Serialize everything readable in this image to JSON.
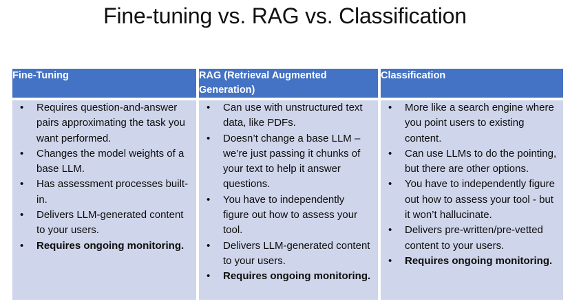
{
  "slide": {
    "title": "Fine-tuning vs. RAG vs. Classification",
    "bullet_glyph": "•",
    "colors": {
      "header_background": "#4472C4",
      "header_text": "#FFFFFF",
      "body_background": "#CFD5EA",
      "body_text": "#0D0D0D",
      "slide_background": "#FFFFFF"
    }
  },
  "table": {
    "columns": [
      {
        "header": "Fine-Tuning",
        "items": [
          {
            "text": "Requires question-and-answer pairs approximating the task you want performed.",
            "bold": false
          },
          {
            "text": "Changes the model weights of a base LLM.",
            "bold": false
          },
          {
            "text": "Has assessment processes built-in.",
            "bold": false
          },
          {
            "text": "Delivers LLM-generated content to your users.",
            "bold": false
          },
          {
            "text": "Requires ongoing monitoring.",
            "bold": true
          }
        ]
      },
      {
        "header": "RAG (Retrieval Augmented Generation)",
        "items": [
          {
            "text": "Can use with unstructured text data, like PDFs.",
            "bold": false
          },
          {
            "text": "Doesn’t change a base LLM – we’re just passing it chunks of your text to help it answer questions.",
            "bold": false
          },
          {
            "text": "You have to independently figure out how to assess your tool.",
            "bold": false
          },
          {
            "text": "Delivers LLM-generated content to your users.",
            "bold": false
          },
          {
            "text": "Requires ongoing monitoring.",
            "bold": true
          }
        ]
      },
      {
        "header": "Classification",
        "items": [
          {
            "text": "More like a search engine where you point users to existing content.",
            "bold": false
          },
          {
            "text": "Can use LLMs to do the pointing, but there are other options.",
            "bold": false
          },
          {
            "text": "You have to independently figure out how to assess your tool - but it won’t hallucinate.",
            "bold": false
          },
          {
            "text": "Delivers pre-written/pre-vetted content to your users.",
            "bold": false
          },
          {
            "text": "Requires ongoing monitoring.",
            "bold": true
          }
        ]
      }
    ]
  }
}
